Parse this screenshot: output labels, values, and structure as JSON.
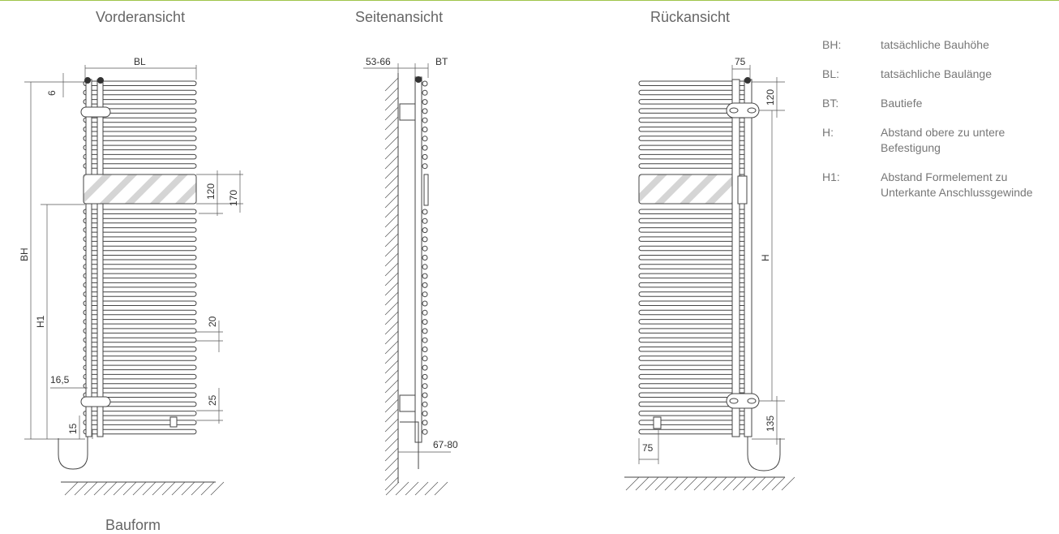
{
  "titles": {
    "front": "Vorderansicht",
    "side": "Seitenansicht",
    "back": "Rückansicht",
    "form": "Bauform"
  },
  "legend": [
    {
      "key": "BH:",
      "desc": "tatsächliche Bauhöhe"
    },
    {
      "key": "BL:",
      "desc": "tatsächliche Baulänge"
    },
    {
      "key": "BT:",
      "desc": "Bautiefe"
    },
    {
      "key": "H:",
      "desc": "Abstand obere zu untere\nBefestigung"
    },
    {
      "key": "H1:",
      "desc": "Abstand Formelement zu\nUnterkante Anschlussgewinde"
    }
  ],
  "dimensions": {
    "front": {
      "bl": "BL",
      "bh": "BH",
      "h1": "H1",
      "d6": "6",
      "d120": "120",
      "d170": "170",
      "d20": "20",
      "d16_5": "16,5",
      "d25": "25",
      "d15": "15"
    },
    "side": {
      "wall": "53-66",
      "bt": "BT",
      "bottom": "67-80"
    },
    "back": {
      "top75": "75",
      "d120": "120",
      "h": "H",
      "d135": "135",
      "bottom75": "75"
    }
  },
  "colors": {
    "accent_line": "#9fc54a",
    "drawing": "#444444"
  }
}
